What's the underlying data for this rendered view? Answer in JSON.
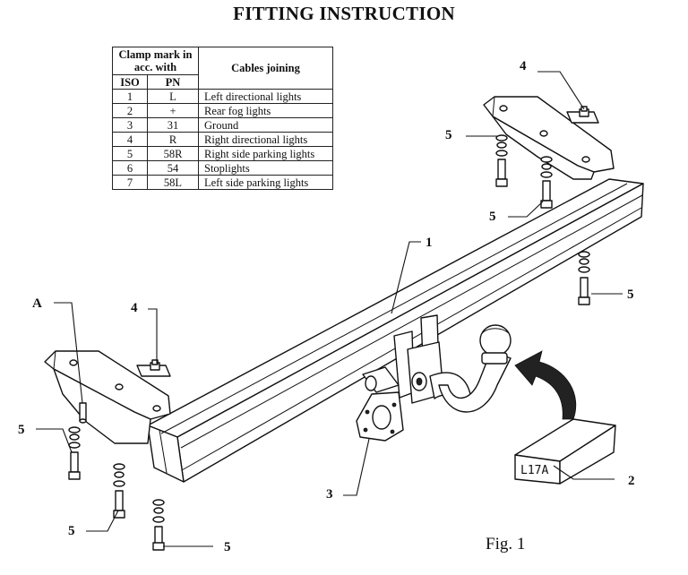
{
  "title": "FITTING INSTRUCTION",
  "table": {
    "header_clamp": "Clamp mark in acc. with",
    "header_cables": "Cables joining",
    "header_iso": "ISO",
    "header_pn": "PN",
    "rows": [
      {
        "iso": "1",
        "pn": "L",
        "desc": "Left directional lights"
      },
      {
        "iso": "2",
        "pn": "+",
        "desc": "Rear fog lights"
      },
      {
        "iso": "3",
        "pn": "31",
        "desc": "Ground"
      },
      {
        "iso": "4",
        "pn": "R",
        "desc": "Right directional lights"
      },
      {
        "iso": "5",
        "pn": "58R",
        "desc": "Right side parking lights"
      },
      {
        "iso": "6",
        "pn": "54",
        "desc": "Stoplights"
      },
      {
        "iso": "7",
        "pn": "58L",
        "desc": "Left side parking lights"
      }
    ]
  },
  "labels": {
    "part_1": "1",
    "part_2": "2",
    "part_3": "3",
    "part_4": "4",
    "part_5": "5",
    "part_a": "A"
  },
  "plate_text": "L17A",
  "figure_caption": "Fig. 1"
}
